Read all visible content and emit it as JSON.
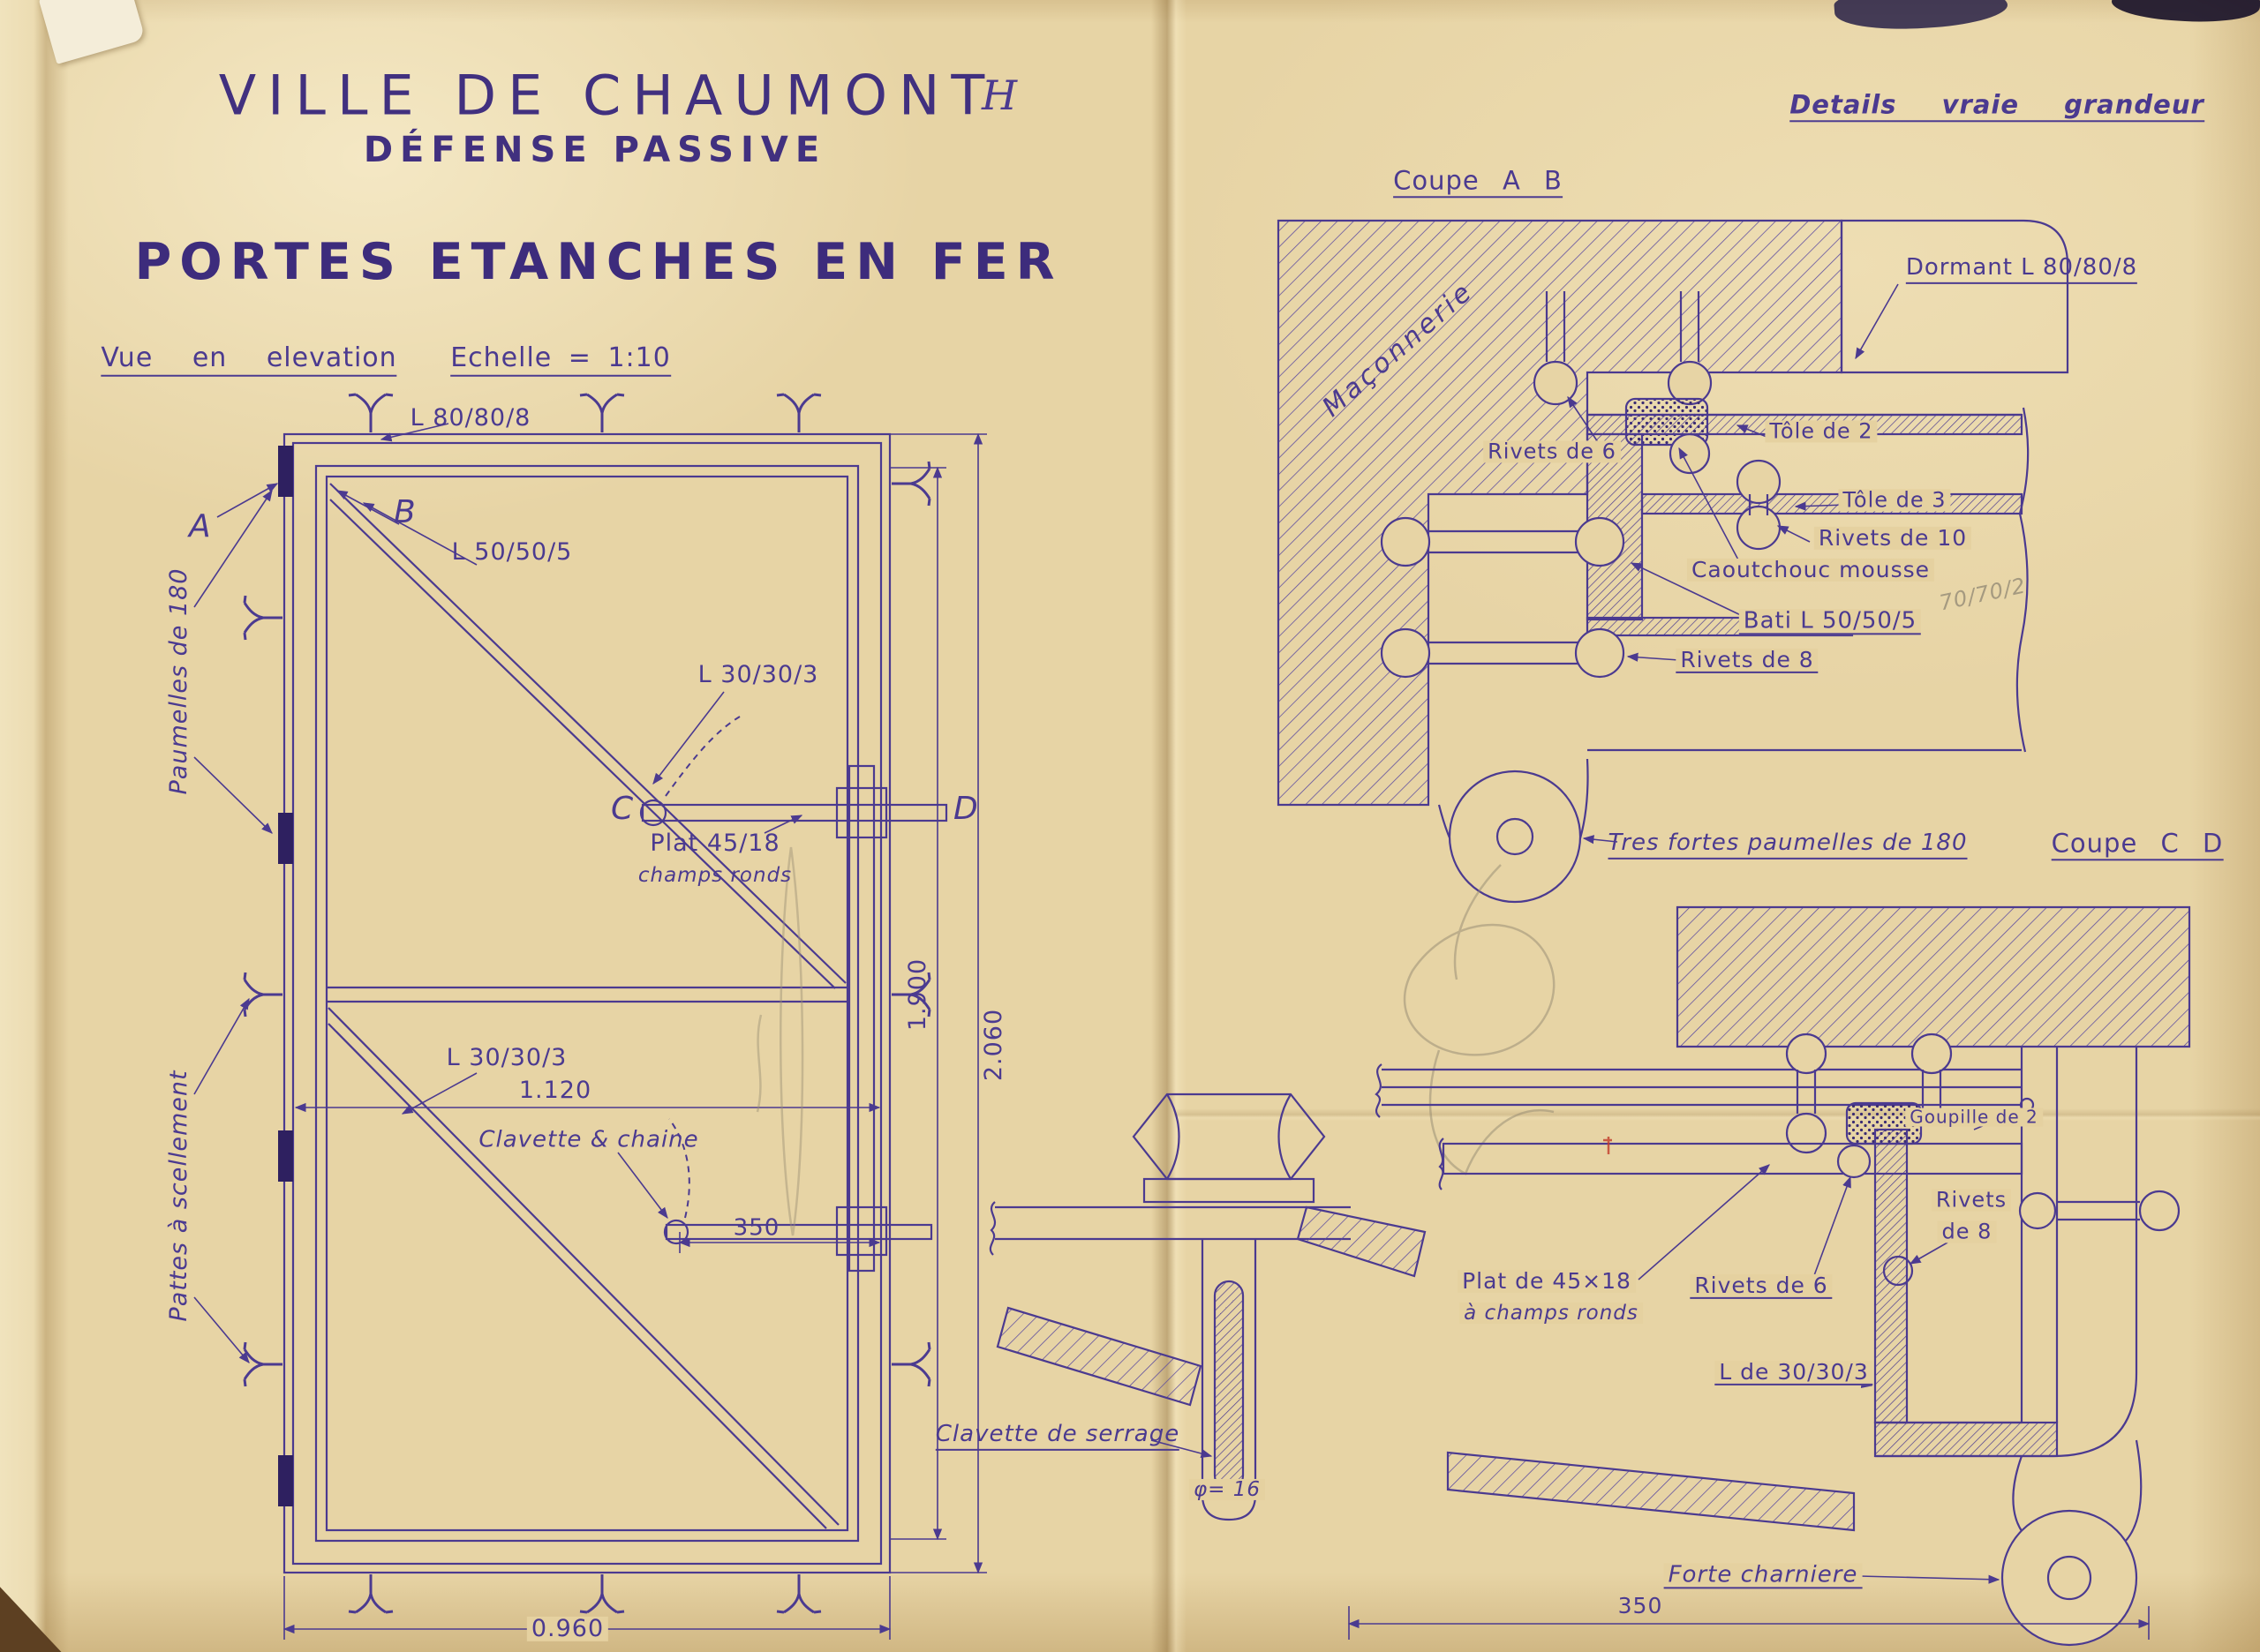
{
  "palette": {
    "ink": "#4b3a90",
    "ink_dark": "#2e2060",
    "paper_left": "#ead9ae",
    "paper_right": "#e3cf9d",
    "pencil": "#8f8673",
    "red_mark": "#c23b2a"
  },
  "header": {
    "city": "VILLE DE CHAUMONT",
    "annotation": "H",
    "subtitle": "DÉFENSE PASSIVE",
    "title": "PORTES ETANCHES EN FER",
    "view_label": "Vue en elevation",
    "scale_label": "Echelle = 1:10"
  },
  "elevation": {
    "profile_top": "L 80/80/8",
    "profile_frame": "L 50/50/5",
    "profile_brace_upper": "L 30/30/3",
    "profile_brace_lower": "L 30/30/3",
    "flat_bar": "Plat 45/18",
    "flat_bar_note": "champs ronds",
    "clavette": "Clavette & chaine",
    "hinges": "Paumelles de 180",
    "anchors": "Pattes à scellement",
    "section_a": "A",
    "section_b": "B",
    "section_c": "C",
    "section_d": "D",
    "dim_inner_width": "1.120",
    "dim_latch": "350",
    "dim_height_leaf": "1.900",
    "dim_height_frame": "2.060",
    "dim_width": "0.960"
  },
  "details": {
    "heading": "Details vraie grandeur",
    "coupe_ab": {
      "title": "Coupe A B",
      "masonry": "Maçonnerie",
      "dormant": "Dormant L 80/80/8",
      "rivets6": "Rivets de 6",
      "tole2": "Tôle de 2",
      "tole3": "Tôle de 3",
      "rivets10": "Rivets de 10",
      "rubber": "Caoutchouc mousse",
      "bati": "Bati L 50/50/5",
      "rivets8": "Rivets de 8",
      "hinge_note": "Tres fortes paumelles de 180",
      "pencil_note": "70/70/2"
    },
    "coupe_cd": {
      "title": "Coupe C D",
      "goupille": "Goupille de 2",
      "rivets8_line1": "Rivets",
      "rivets8_line2": "de 8",
      "flat": "Plat de 45×18",
      "flat_note": "à champs ronds",
      "rivets6": "Rivets de 6",
      "angle": "L de 30/30/3",
      "clavette": "Clavette de serrage",
      "diameter": "φ= 16",
      "hinge": "Forte charniere",
      "dim": "350"
    }
  }
}
